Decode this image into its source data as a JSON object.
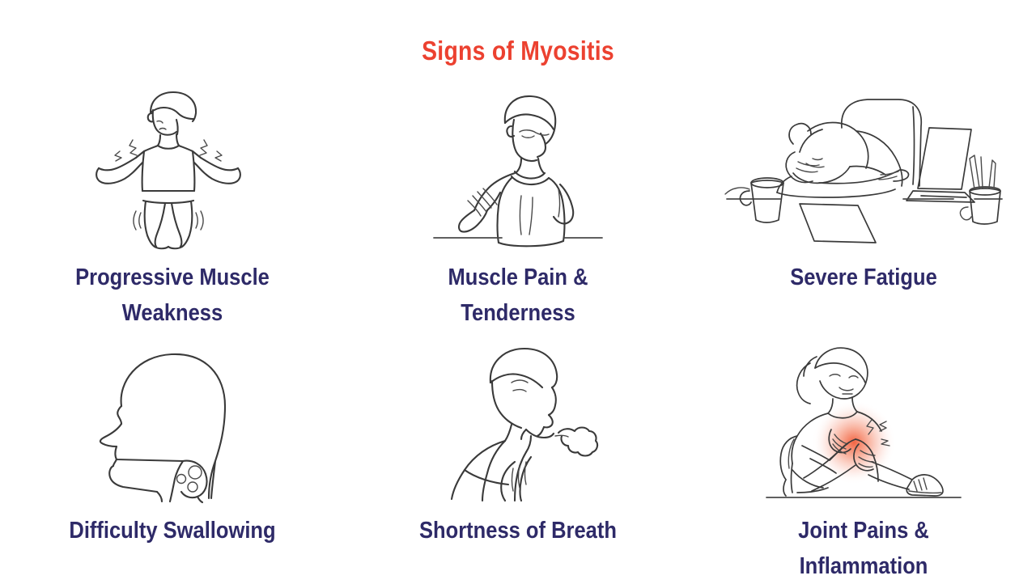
{
  "page": {
    "title": "Signs of Myositis",
    "background_color": "#ffffff",
    "title_color": "#ec4130",
    "label_color": "#2e2a68",
    "line_color": "#3a3a3a",
    "pain_highlight_color": "#f04a22"
  },
  "signs": [
    {
      "label": "Progressive Muscle Weakness",
      "label_line1": "Progressive Muscle",
      "label_line2": "Weakness",
      "icon": "weak-trembling-person-icon"
    },
    {
      "label": "Muscle Pain & Tenderness",
      "label_line1": "Muscle Pain &",
      "label_line2": "Tenderness",
      "icon": "person-holding-shoulder-icon"
    },
    {
      "label": "Severe Fatigue",
      "label_line1": "Severe Fatigue",
      "label_line2": "",
      "icon": "person-asleep-at-desk-icon"
    },
    {
      "label": "Difficulty Swallowing",
      "label_line1": "Difficulty Swallowing",
      "label_line2": "",
      "icon": "head-profile-throat-icon"
    },
    {
      "label": "Shortness of Breath",
      "label_line1": "Shortness of Breath",
      "label_line2": "",
      "icon": "person-breathing-hard-icon"
    },
    {
      "label": "Joint Pains & Inflammation",
      "label_line1": "Joint Pains &",
      "label_line2": "Inflammation",
      "icon": "person-holding-painful-knee-icon"
    }
  ]
}
